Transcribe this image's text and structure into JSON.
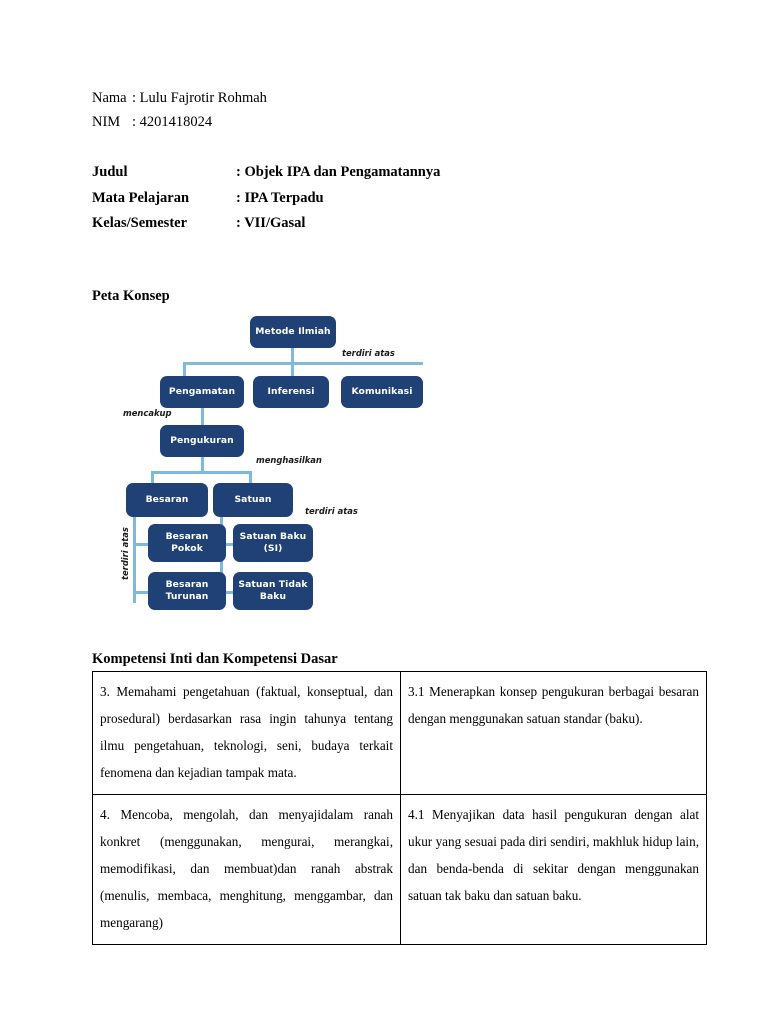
{
  "identity": {
    "rows": [
      {
        "label": "Nama",
        "value": ": Lulu Fajrotir Rohmah"
      },
      {
        "label": "NIM",
        "value": ": 4201418024"
      }
    ]
  },
  "meta": {
    "rows": [
      {
        "label": "Judul",
        "value": ": Objek IPA dan Pengamatannya"
      },
      {
        "label": "Mata Pelajaran",
        "value": ": IPA Terpadu"
      },
      {
        "label": "Kelas/Semester",
        "value": ": VII/Gasal"
      }
    ]
  },
  "sections": {
    "peta_konsep_heading": "Peta Konsep",
    "ki_kd_heading": "Kompetensi Inti dan Kompetensi Dasar"
  },
  "concept_map": {
    "colors": {
      "node_fill": "#1F4176",
      "node_text": "#FFFFFF",
      "connector": "#7FB9DC"
    },
    "nodes": [
      {
        "id": "metode-ilmiah",
        "label": "Metode Ilmiah"
      },
      {
        "id": "pengamatan",
        "label": "Pengamatan"
      },
      {
        "id": "inferensi",
        "label": "Inferensi"
      },
      {
        "id": "komunikasi",
        "label": "Komunikasi"
      },
      {
        "id": "pengukuran",
        "label": "Pengukuran"
      },
      {
        "id": "besaran",
        "label": "Besaran"
      },
      {
        "id": "satuan",
        "label": "Satuan"
      },
      {
        "id": "besaran-pokok",
        "label": "Besaran Pokok"
      },
      {
        "id": "satuan-baku-si",
        "label": "Satuan Baku (SI)"
      },
      {
        "id": "besaran-turunan",
        "label": "Besaran Turunan"
      },
      {
        "id": "satuan-tidak-baku",
        "label": "Satuan Tidak Baku"
      }
    ],
    "labels": {
      "terdiri_atas_top": "terdiri atas",
      "mencakup": "mencakup",
      "menghasilkan": "menghasilkan",
      "terdiri_atas_right": "terdiri atas",
      "terdiri_atas_left": "terdiri atas"
    }
  },
  "ki_kd_table": {
    "rows": [
      {
        "ki": "3. Memahami pengetahuan (faktual, konseptual, dan prosedural) berdasarkan rasa ingin tahunya tentang ilmu pengetahuan, teknologi, seni, budaya terkait fenomena dan kejadian tampak mata.",
        "kd": "3.1 Menerapkan konsep pengukuran berbagai besaran dengan menggunakan satuan standar (baku)."
      },
      {
        "ki": "4. Mencoba, mengolah, dan menyajidalam ranah konkret (menggunakan, mengurai, merangkai, memodifikasi, dan membuat)dan ranah abstrak (menulis, membaca, menghitung, menggambar, dan mengarang)",
        "kd": "4.1 Menyajikan data hasil pengukuran dengan alat ukur yang sesuai pada diri sendiri, makhluk hidup lain, dan benda-benda di sekitar dengan menggunakan satuan tak baku dan satuan baku."
      }
    ]
  }
}
